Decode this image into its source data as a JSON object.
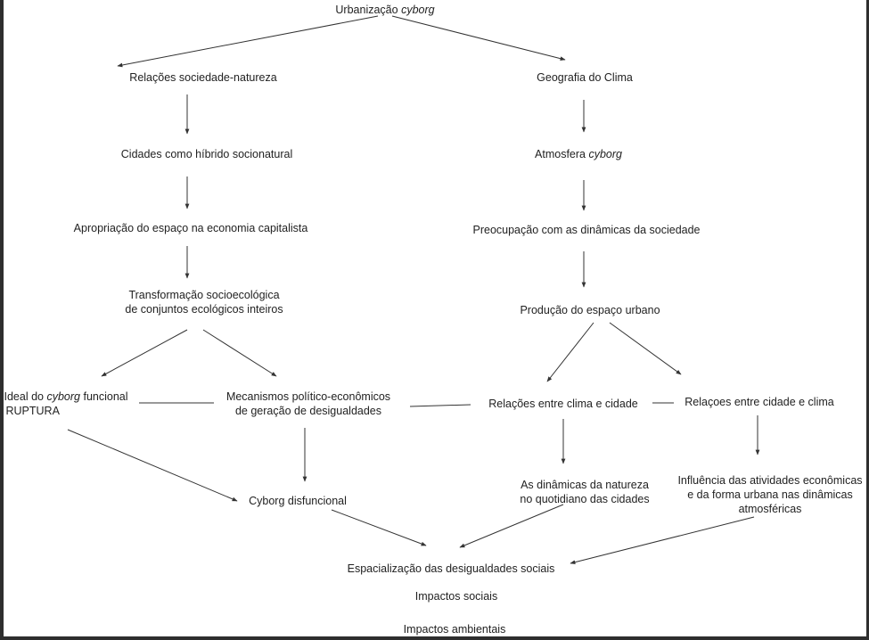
{
  "nodes": {
    "root": {
      "text": "Urbanização ",
      "italic": "cyborg"
    },
    "rel_soc_nat": "Relações sociedade-natureza",
    "geo_clima": "Geografia do Clima",
    "cidades_hibrido": "Cidades como híbrido socionatural",
    "atmosfera": {
      "text": "Atmosfera ",
      "italic": "cyborg"
    },
    "apropriacao": "Apropriação do espaço na economia capitalista",
    "preocupacao": "Preocupação com as dinâmicas da sociedade",
    "transformacao": [
      "Transformação socioecológica",
      "de conjuntos ecológicos inteiros"
    ],
    "producao": "Produção do espaço urbano",
    "ideal": {
      "text1": "Ideal do ",
      "italic": "cyborg",
      "text2": " funcional",
      "line2": "RUPTURA"
    },
    "mecanismos": [
      "Mecanismos político-econômicos",
      "de geração de desigualdades"
    ],
    "rel_clima_cidade": "Relações entre clima e cidade",
    "rel_cidade_clima": "Relaçoes entre cidade e clima",
    "cyborg_disf": "Cyborg disfuncional",
    "dinamicas_natureza": [
      "As dinâmicas da natureza",
      "no quotidiano das cidades"
    ],
    "influencia": [
      "Influência das atividades econômicas",
      "e da forma urbana nas dinâmicas",
      "atmosféricas"
    ],
    "espacializacao": "Espacialização das desigualdades sociais",
    "impactos_sociais": "Impactos sociais",
    "impactos_ambientais": "Impactos ambientais"
  }
}
